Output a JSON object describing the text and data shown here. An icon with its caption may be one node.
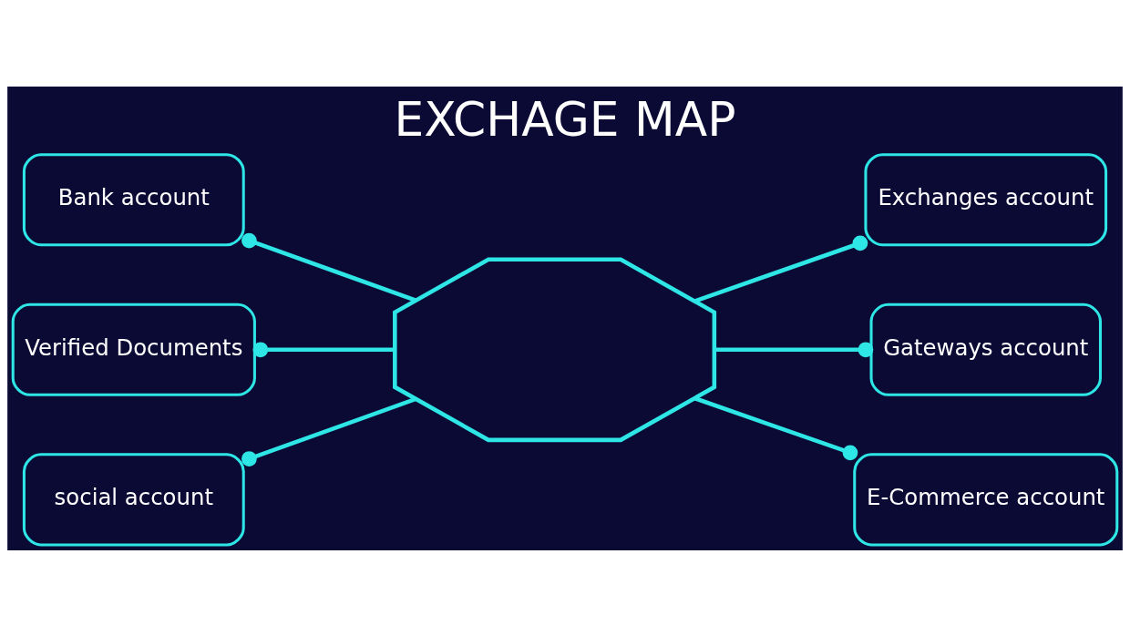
{
  "diagram": {
    "title": "EXCHAGE MAP",
    "nodes": [
      {
        "text": [
          "Bank account"
        ]
      },
      {
        "text": [
          "Exchanges account"
        ]
      },
      {
        "text": [],
        "shape": "octagon"
      },
      {
        "text": [
          "Verified Documents"
        ]
      },
      {
        "text": [
          "Gateways account"
        ]
      },
      {
        "text": [
          "social account"
        ]
      },
      {
        "text": [
          "E-Commerce account"
        ]
      }
    ],
    "edges": [
      {
        "from": 0,
        "to": 2,
        "arrow": "other"
      },
      {
        "from": 1,
        "to": 2,
        "arrow": "other"
      },
      {
        "from": 3,
        "to": 2,
        "arrow": "other"
      },
      {
        "from": 4,
        "to": 2,
        "arrow": "other"
      },
      {
        "from": 5,
        "to": 2,
        "arrow": "other"
      },
      {
        "from": 6,
        "to": 2,
        "arrow": "other"
      }
    ]
  }
}
